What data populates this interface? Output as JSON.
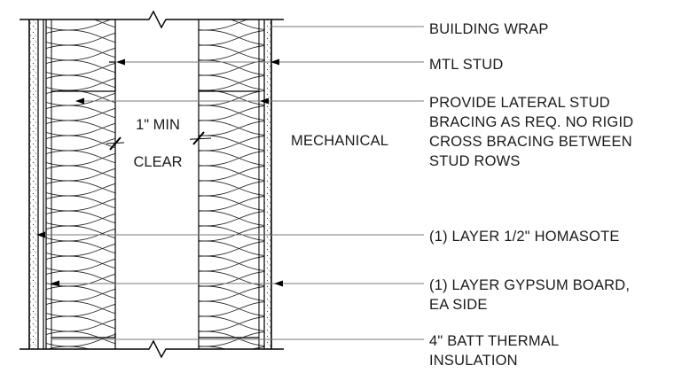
{
  "diagram": {
    "space_label": "MECHANICAL",
    "clearance_label_line1": "1\" MIN",
    "clearance_label_line2": "CLEAR",
    "callouts": [
      {
        "id": "building-wrap",
        "lines": [
          "BUILDING WRAP"
        ]
      },
      {
        "id": "mtl-stud",
        "lines": [
          "MTL STUD"
        ]
      },
      {
        "id": "lateral-bracing",
        "lines": [
          "PROVIDE LATERAL STUD",
          "BRACING AS REQ. NO RIGID",
          "CROSS BRACING BETWEEN",
          "STUD ROWS"
        ]
      },
      {
        "id": "homasote",
        "lines": [
          "(1) LAYER 1/2\" HOMASOTE"
        ]
      },
      {
        "id": "gypsum-board",
        "lines": [
          "(1) LAYER GYPSUM BOARD,",
          "EA SIDE"
        ]
      },
      {
        "id": "batt-insulation",
        "lines": [
          "4\" BATT THERMAL",
          "INSULATION"
        ]
      }
    ]
  }
}
